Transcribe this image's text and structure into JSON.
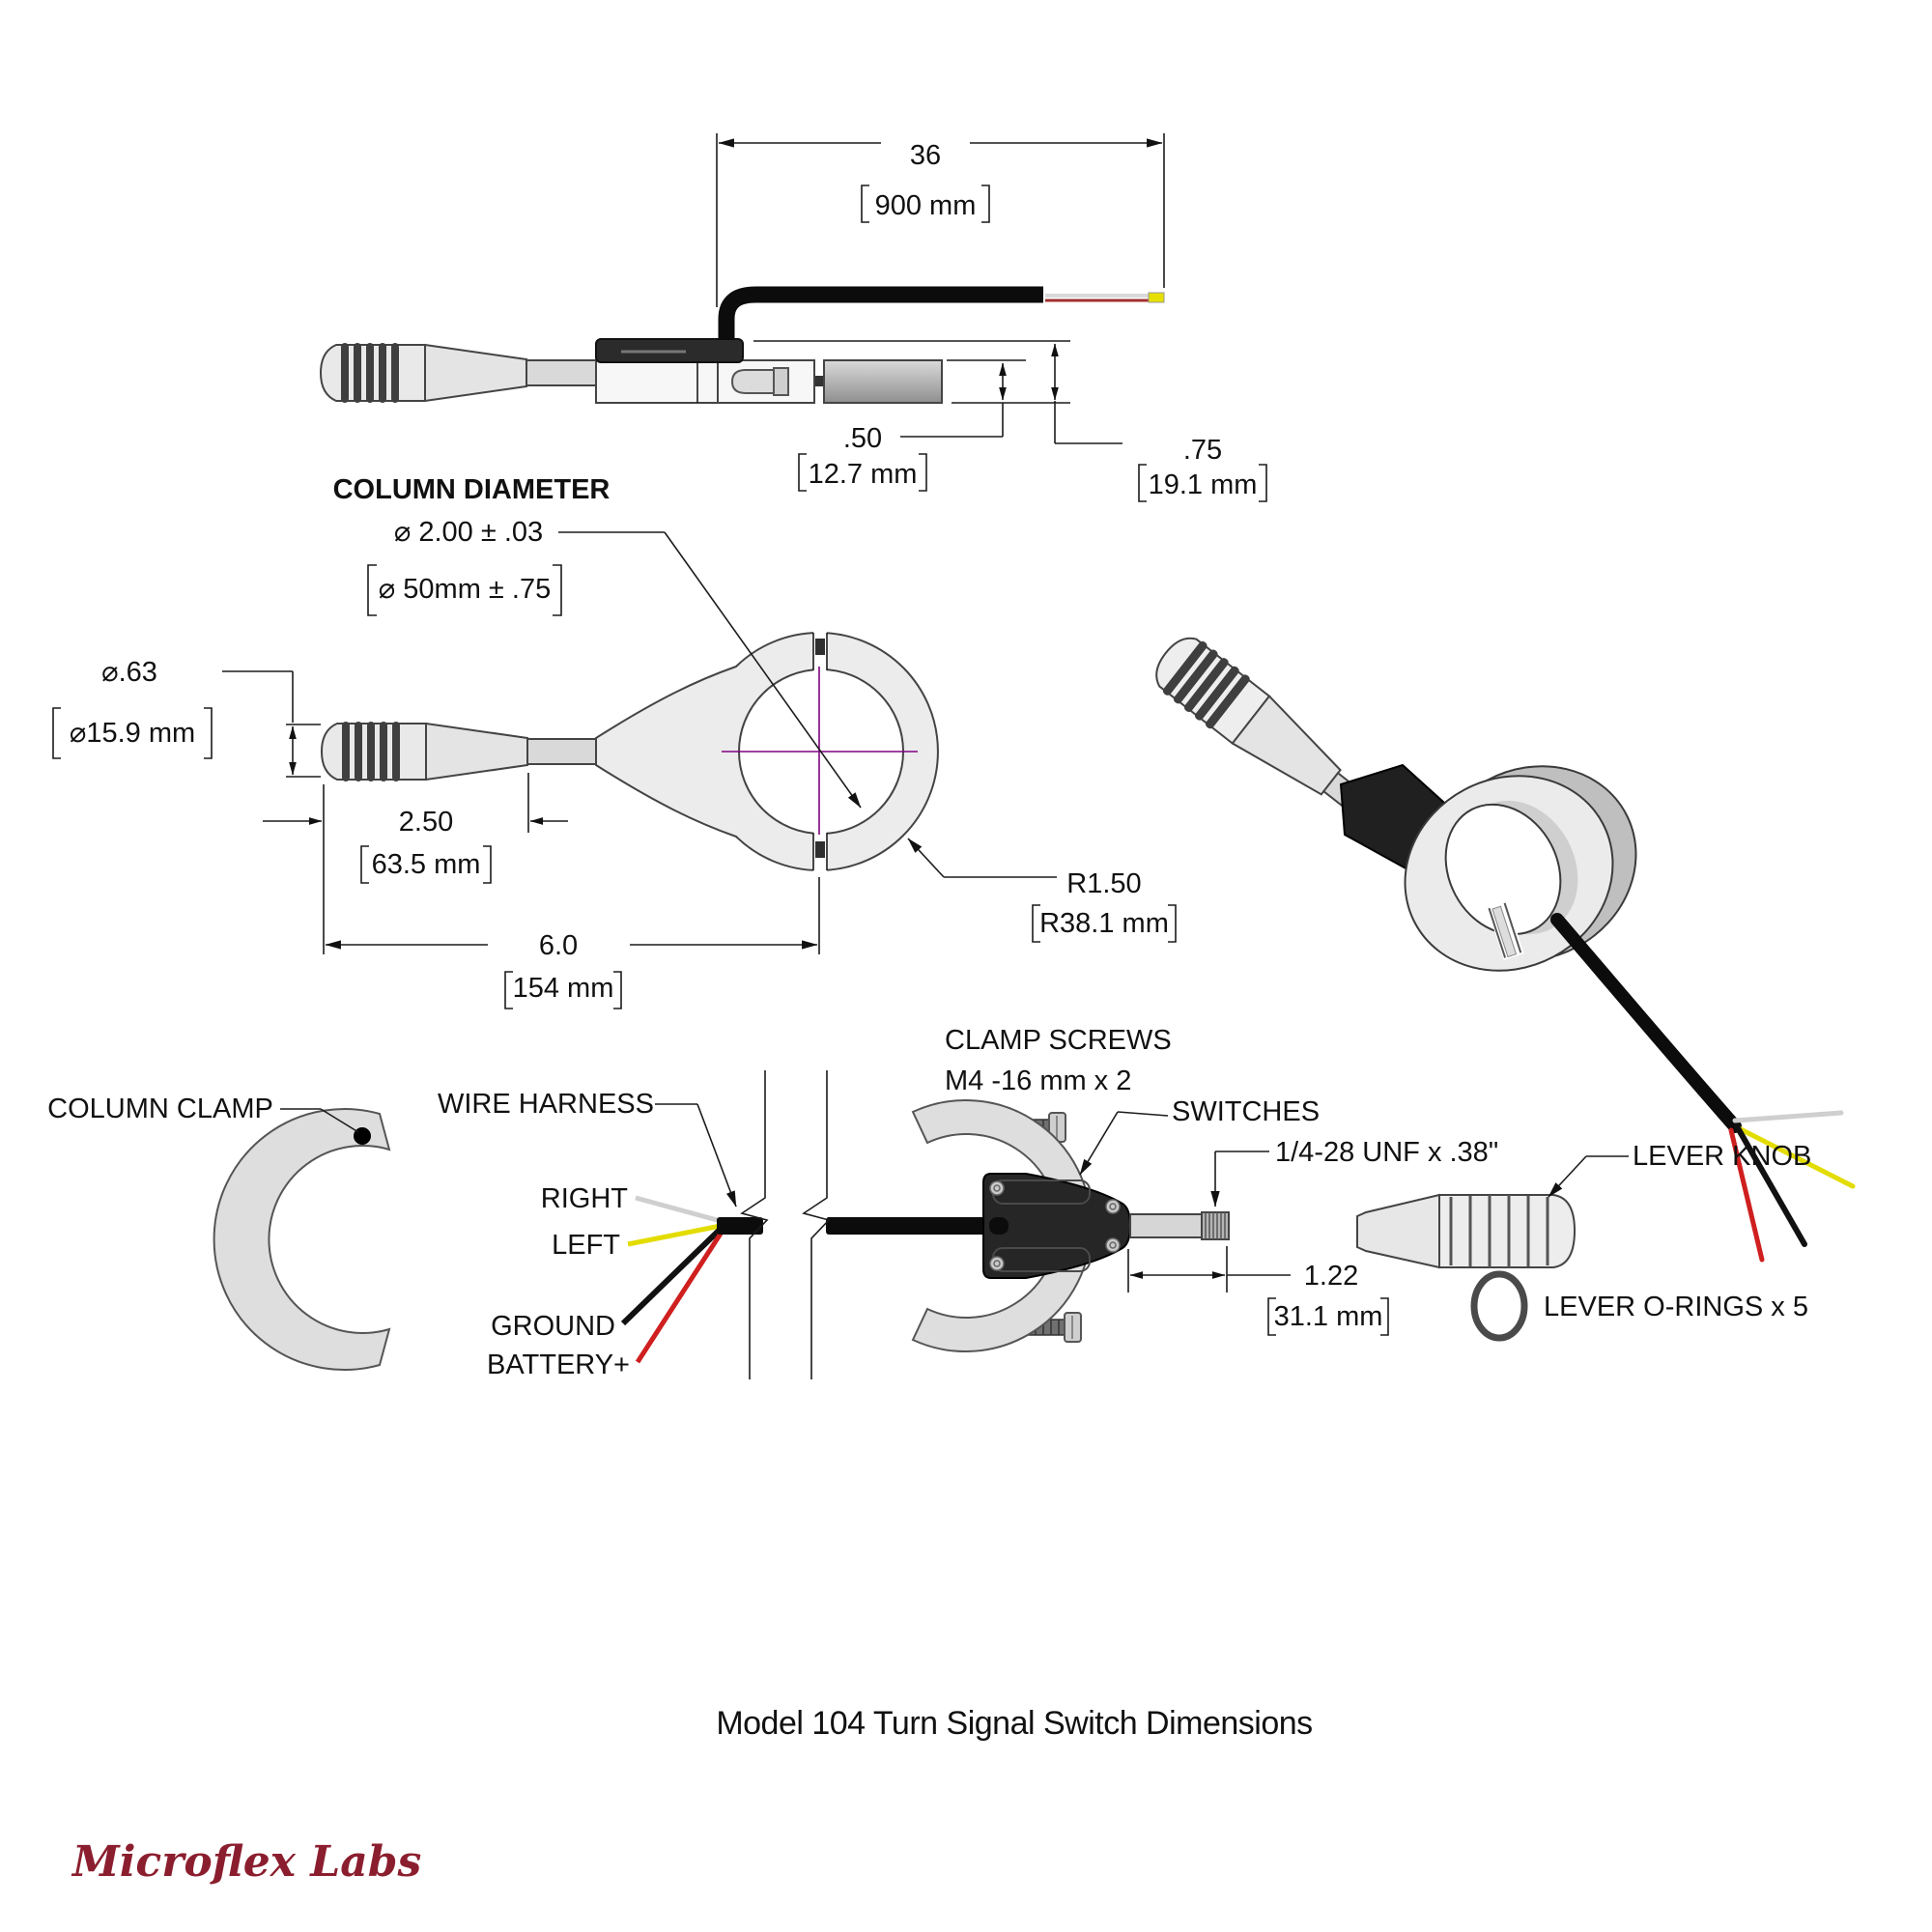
{
  "page": {
    "title": "Model 104 Turn Signal Switch Dimensions",
    "brand": "Microflex Labs"
  },
  "colors": {
    "logo": "#8b1e2e",
    "centerline": "#800080",
    "cable": "#0c0c0c",
    "wire_right": "#cfcfcf",
    "wire_left": "#e3dc00",
    "wire_ground": "#111111",
    "wire_battery": "#cf1f1f",
    "tip": "#e6df00"
  },
  "side_view": {
    "harness_length_in": "36",
    "harness_length_mm": "900 mm",
    "stalk_dia_in": ".50",
    "stalk_dia_mm": "12.7 mm",
    "body_height_in": ".75",
    "body_height_mm": "19.1 mm"
  },
  "front_view": {
    "column_diameter_label": "COLUMN DIAMETER",
    "column_dia_in": "⌀ 2.00 ± .03",
    "column_dia_mm": "⌀ 50mm ± .75",
    "knob_dia_in": "⌀.63",
    "knob_dia_mm": "⌀15.9 mm",
    "knob_len_in": "2.50",
    "knob_len_mm": "63.5 mm",
    "overall_len_in": "6.0",
    "overall_len_mm": "154 mm",
    "clamp_radius_in": "R1.50",
    "clamp_radius_mm": "R38.1 mm"
  },
  "exploded_view": {
    "column_clamp_label": "COLUMN CLAMP",
    "wire_harness_label": "WIRE HARNESS",
    "wire_right_label": "RIGHT",
    "wire_left_label": "LEFT",
    "wire_ground_label": "GROUND",
    "wire_battery_label": "BATTERY+",
    "clamp_screws_label": "CLAMP SCREWS",
    "clamp_screws_spec": "M4 -16 mm x 2",
    "switches_label": "SWITCHES",
    "thread_spec": "1/4-28 UNF x .38\"",
    "stud_len_in": "1.22",
    "stud_len_mm": "31.1 mm",
    "lever_knob_label": "LEVER KNOB",
    "lever_orings_label": "LEVER O-RINGS x 5"
  }
}
